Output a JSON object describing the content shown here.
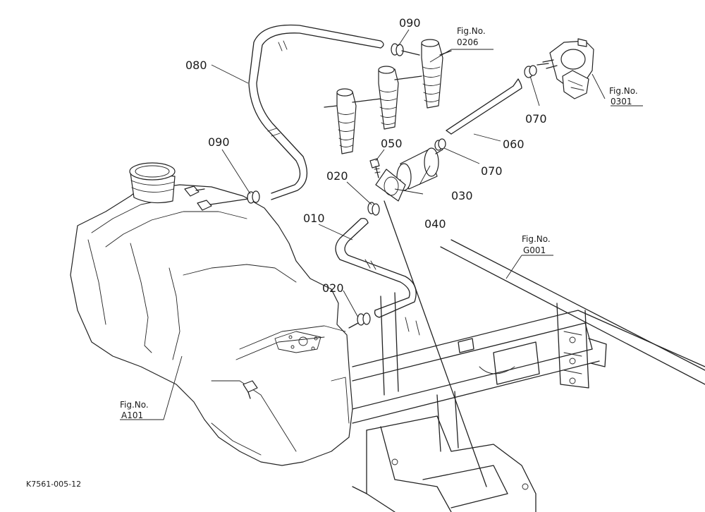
{
  "diagram": {
    "part_labels": {
      "p010": "010",
      "p020a": "020",
      "p020b": "020",
      "p030": "030",
      "p040": "040",
      "p050": "050",
      "p060": "060",
      "p070a": "070",
      "p070b": "070",
      "p080": "080",
      "p090a": "090",
      "p090b": "090"
    },
    "figure_refs": {
      "r0206": {
        "fig": "Fig.No.",
        "num": "0206"
      },
      "r0301": {
        "fig": "Fig.No.",
        "num": "0301"
      },
      "rG001": {
        "fig": "Fig.No.",
        "num": "G001"
      },
      "rA101": {
        "fig": "Fig.No.",
        "num": "A101"
      }
    },
    "drawing_code": "K7561-005-12"
  }
}
